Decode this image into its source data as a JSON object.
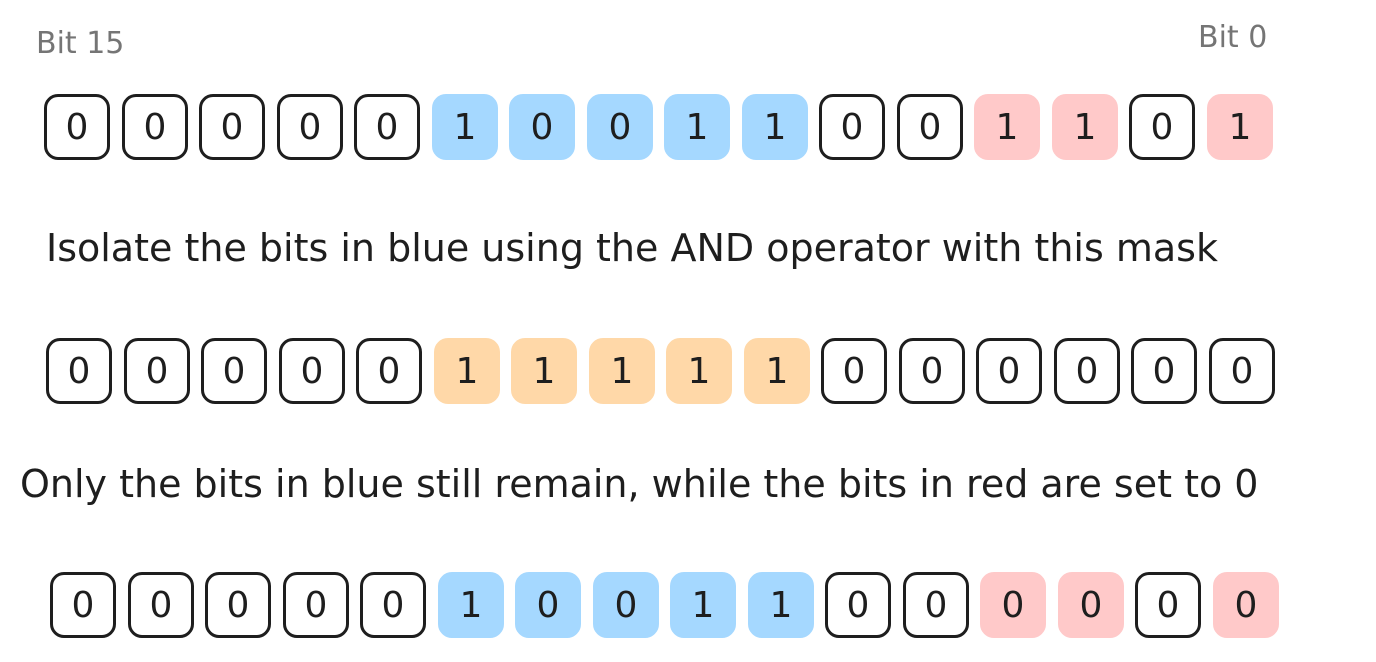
{
  "labels": {
    "msb": "Bit 15",
    "lsb": "Bit 0"
  },
  "rows": [
    {
      "bits": [
        "0",
        "0",
        "0",
        "0",
        "0",
        "1",
        "0",
        "0",
        "1",
        "1",
        "0",
        "0",
        "1",
        "1",
        "0",
        "1"
      ],
      "highlight": [
        "none",
        "none",
        "none",
        "none",
        "none",
        "blue",
        "blue",
        "blue",
        "blue",
        "blue",
        "none",
        "none",
        "red",
        "red",
        "none",
        "red"
      ]
    },
    {
      "bits": [
        "0",
        "0",
        "0",
        "0",
        "0",
        "1",
        "1",
        "1",
        "1",
        "1",
        "0",
        "0",
        "0",
        "0",
        "0",
        "0"
      ],
      "highlight": [
        "none",
        "none",
        "none",
        "none",
        "none",
        "orange",
        "orange",
        "orange",
        "orange",
        "orange",
        "none",
        "none",
        "none",
        "none",
        "none",
        "none"
      ]
    },
    {
      "bits": [
        "0",
        "0",
        "0",
        "0",
        "0",
        "1",
        "0",
        "0",
        "1",
        "1",
        "0",
        "0",
        "0",
        "0",
        "0",
        "0"
      ],
      "highlight": [
        "none",
        "none",
        "none",
        "none",
        "none",
        "blue",
        "blue",
        "blue",
        "blue",
        "blue",
        "none",
        "none",
        "red",
        "red",
        "none",
        "red"
      ]
    }
  ],
  "captions": {
    "mask": "Isolate the bits in blue using the AND operator with this mask",
    "result": "Only the bits in blue still remain, while the bits in red are set to 0"
  },
  "colors": {
    "blue": "#a5d8ff",
    "red": "#ffc9c9",
    "orange": "#ffd8a8",
    "stroke": "#1e1e1e"
  }
}
